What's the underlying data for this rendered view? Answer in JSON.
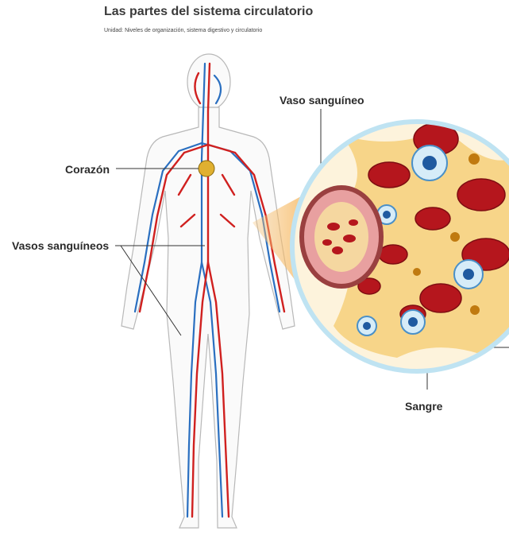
{
  "header": {
    "title": "Las partes del sistema circulatorio",
    "subtitle": "Unidad: Niveles de organización, sistema digestivo y circulatorio"
  },
  "labels": {
    "heart": "Corazón",
    "vessels": "Vasos sanguíneos",
    "vessel": "Vaso sanguíneo",
    "blood": "Sangre"
  },
  "colors": {
    "artery": "#d0201f",
    "vein": "#2a6fc0",
    "plasma": "#f7d589",
    "red_cell": "#b5161d",
    "white_cell": "#d6ecf8",
    "magnifier_ring": "#bfe3f2",
    "body_outline": "#bbbbbb"
  }
}
